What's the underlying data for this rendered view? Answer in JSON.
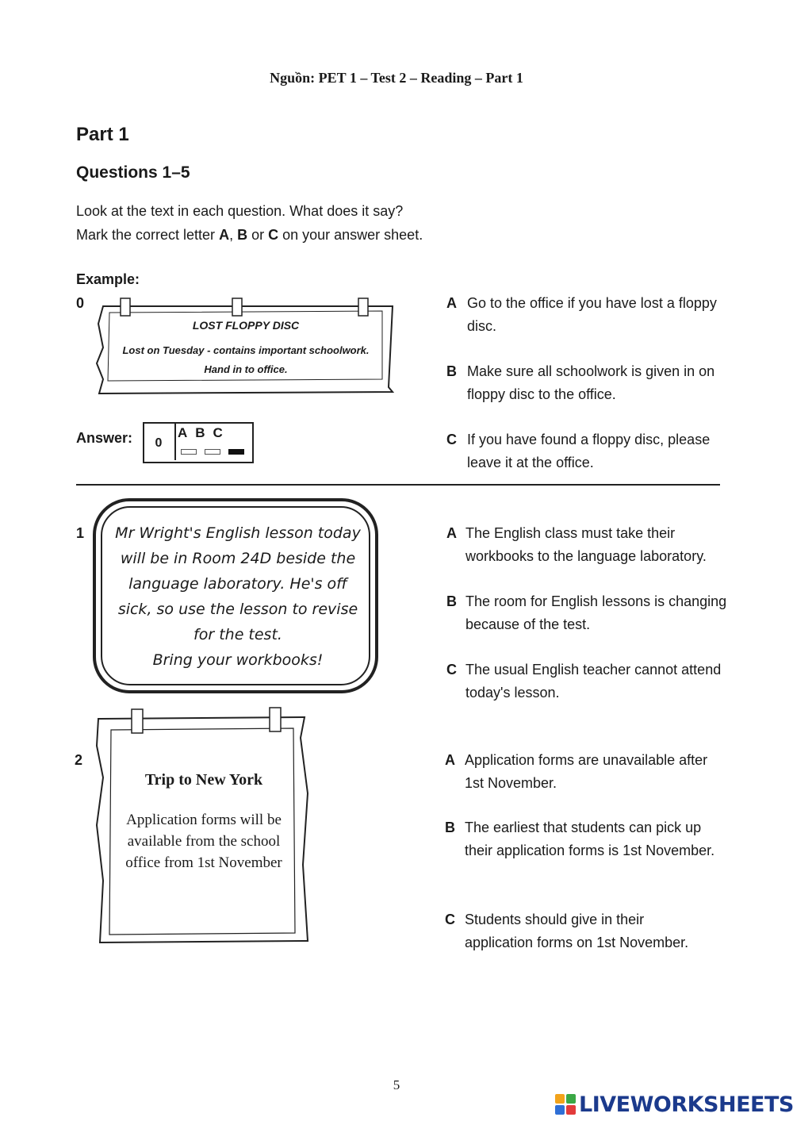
{
  "source": "Nguồn: PET 1 – Test 2 – Reading – Part 1",
  "part_title": "Part 1",
  "questions_title": "Questions 1–5",
  "instructions": {
    "line1": "Look at the text in each question. What does it say?",
    "line2_pre": "Mark the correct letter ",
    "line2_a": "A",
    "line2_sep1": ", ",
    "line2_b": "B",
    "line2_sep2": " or ",
    "line2_c": "C",
    "line2_post": " on your answer sheet."
  },
  "example": {
    "label": "Example:",
    "number": "0",
    "notice": {
      "title": "LOST FLOPPY DISC",
      "line1": "Lost on Tuesday - contains important schoolwork.",
      "line2": "Hand in to office."
    },
    "options": [
      {
        "letter": "A",
        "text": "Go to the office if you have lost a floppy disc."
      },
      {
        "letter": "B",
        "text": "Make sure all schoolwork is given in on floppy disc to the office."
      },
      {
        "letter": "C",
        "text": "If you have found a floppy disc, please leave it at the office."
      }
    ],
    "answer_label": "Answer:",
    "answer_number": "0",
    "answer_letters": "ABC",
    "answer_selected": "C"
  },
  "questions": [
    {
      "number": "1",
      "notice_lines": [
        "Mr Wright's English lesson today",
        "will be in Room 24D beside the",
        "language laboratory. He's off",
        "sick, so use the lesson to revise",
        "for the test.",
        "Bring your workbooks!"
      ],
      "options": [
        {
          "letter": "A",
          "text": "The English class must take their workbooks to the language laboratory."
        },
        {
          "letter": "B",
          "text": "The room for English lessons is changing because of the test."
        },
        {
          "letter": "C",
          "text": "The usual English teacher cannot attend today's lesson."
        }
      ]
    },
    {
      "number": "2",
      "notice_title": "Trip to New York",
      "notice_lines": [
        "Application forms will be",
        "available from the school",
        "office from 1st November"
      ],
      "options": [
        {
          "letter": "A",
          "text": "Application forms are unavailable after 1st November."
        },
        {
          "letter": "B",
          "text": "The earliest that students can pick up their application forms is 1st November."
        },
        {
          "letter": "C",
          "text": "Students should give in their application forms on 1st November."
        }
      ]
    }
  ],
  "page_number": "5",
  "brand": {
    "name": "LIVEWORKSHEETS",
    "icon": "liveworksheets-logo-icon",
    "color": "#1b3a8c"
  }
}
